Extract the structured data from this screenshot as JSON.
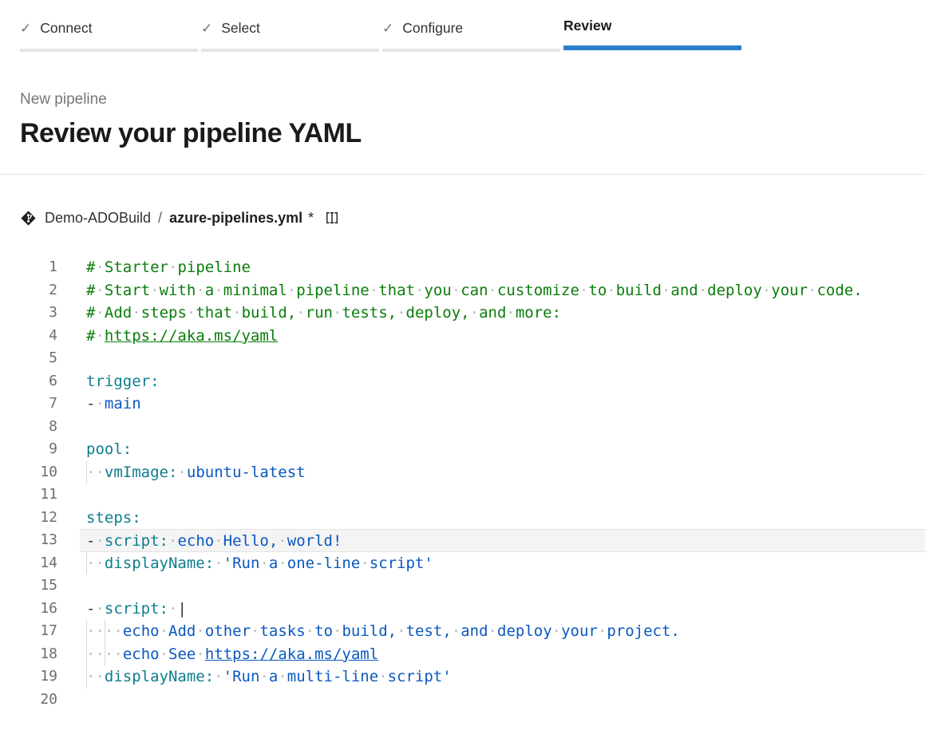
{
  "stepper": {
    "check_icon": "✓",
    "active_bar_color": "#2b7fcb",
    "completed_bar_color": "#e4e4e4",
    "steps": [
      {
        "label": "Connect",
        "state": "completed"
      },
      {
        "label": "Select",
        "state": "completed"
      },
      {
        "label": "Configure",
        "state": "completed"
      },
      {
        "label": "Review",
        "state": "active"
      }
    ]
  },
  "header": {
    "eyebrow": "New pipeline",
    "title": "Review your pipeline YAML"
  },
  "breadcrumb": {
    "repo_icon": "azure-repos-icon",
    "repo_name": "Demo-ADOBuild",
    "separator": "/",
    "file_name": "azure-pipelines.yml",
    "modified_marker": "*",
    "copy_icon": "copy-file-icon"
  },
  "editor": {
    "language": "yaml",
    "active_line": 13,
    "colors": {
      "comment": "#0b7d0b",
      "key": "#0e7d8f",
      "value": "#0a58c0",
      "punct": "#333333",
      "link_green": "#0b7d0b",
      "link_blue": "#0a58c0",
      "line_number": "#6e6e6e",
      "whitespace_dot": "#b8bcc0",
      "indent_guide": "#d6d6d6",
      "active_line_bg": "#f4f4f4",
      "active_line_border": "#e3e3e3"
    },
    "lines": [
      {
        "n": 1,
        "guides": [],
        "tokens": [
          [
            "# Starter pipeline",
            "c"
          ]
        ]
      },
      {
        "n": 2,
        "guides": [],
        "tokens": [
          [
            "# Start with a minimal pipeline that you can customize to build and deploy your code.",
            "c"
          ]
        ]
      },
      {
        "n": 3,
        "guides": [],
        "tokens": [
          [
            "# Add steps that build, run tests, deploy, and more:",
            "c"
          ]
        ]
      },
      {
        "n": 4,
        "guides": [],
        "tokens": [
          [
            "# ",
            "c"
          ],
          [
            "https://aka.ms/yaml",
            "lg"
          ]
        ]
      },
      {
        "n": 5,
        "guides": [],
        "tokens": []
      },
      {
        "n": 6,
        "guides": [],
        "tokens": [
          [
            "trigger:",
            "k"
          ]
        ]
      },
      {
        "n": 7,
        "guides": [],
        "tokens": [
          [
            "- ",
            "p"
          ],
          [
            "main",
            "v"
          ]
        ]
      },
      {
        "n": 8,
        "guides": [],
        "tokens": []
      },
      {
        "n": 9,
        "guides": [],
        "tokens": [
          [
            "pool:",
            "k"
          ]
        ]
      },
      {
        "n": 10,
        "guides": [
          0
        ],
        "tokens": [
          [
            "  ",
            "pl"
          ],
          [
            "vmImage:",
            "k"
          ],
          [
            " ",
            "pl"
          ],
          [
            "ubuntu-latest",
            "v"
          ]
        ]
      },
      {
        "n": 11,
        "guides": [],
        "tokens": []
      },
      {
        "n": 12,
        "guides": [],
        "tokens": [
          [
            "steps:",
            "k"
          ]
        ]
      },
      {
        "n": 13,
        "guides": [],
        "tokens": [
          [
            "- ",
            "p"
          ],
          [
            "script:",
            "k"
          ],
          [
            " ",
            "pl"
          ],
          [
            "echo Hello, world!",
            "v"
          ]
        ]
      },
      {
        "n": 14,
        "guides": [
          0
        ],
        "tokens": [
          [
            "  ",
            "pl"
          ],
          [
            "displayName:",
            "k"
          ],
          [
            " ",
            "pl"
          ],
          [
            "'Run a one-line script'",
            "v"
          ]
        ]
      },
      {
        "n": 15,
        "guides": [],
        "tokens": []
      },
      {
        "n": 16,
        "guides": [],
        "tokens": [
          [
            "- ",
            "p"
          ],
          [
            "script:",
            "k"
          ],
          [
            " ",
            "pl"
          ],
          [
            "|",
            "p"
          ]
        ]
      },
      {
        "n": 17,
        "guides": [
          0,
          2
        ],
        "tokens": [
          [
            "    ",
            "pl"
          ],
          [
            "echo Add other tasks to build, test, and deploy your project.",
            "v"
          ]
        ]
      },
      {
        "n": 18,
        "guides": [
          0,
          2
        ],
        "tokens": [
          [
            "    ",
            "pl"
          ],
          [
            "echo See ",
            "v"
          ],
          [
            "https://aka.ms/yaml",
            "lb"
          ]
        ]
      },
      {
        "n": 19,
        "guides": [
          0
        ],
        "tokens": [
          [
            "  ",
            "pl"
          ],
          [
            "displayName:",
            "k"
          ],
          [
            " ",
            "pl"
          ],
          [
            "'Run a multi-line script'",
            "v"
          ]
        ]
      },
      {
        "n": 20,
        "guides": [],
        "tokens": []
      }
    ]
  }
}
